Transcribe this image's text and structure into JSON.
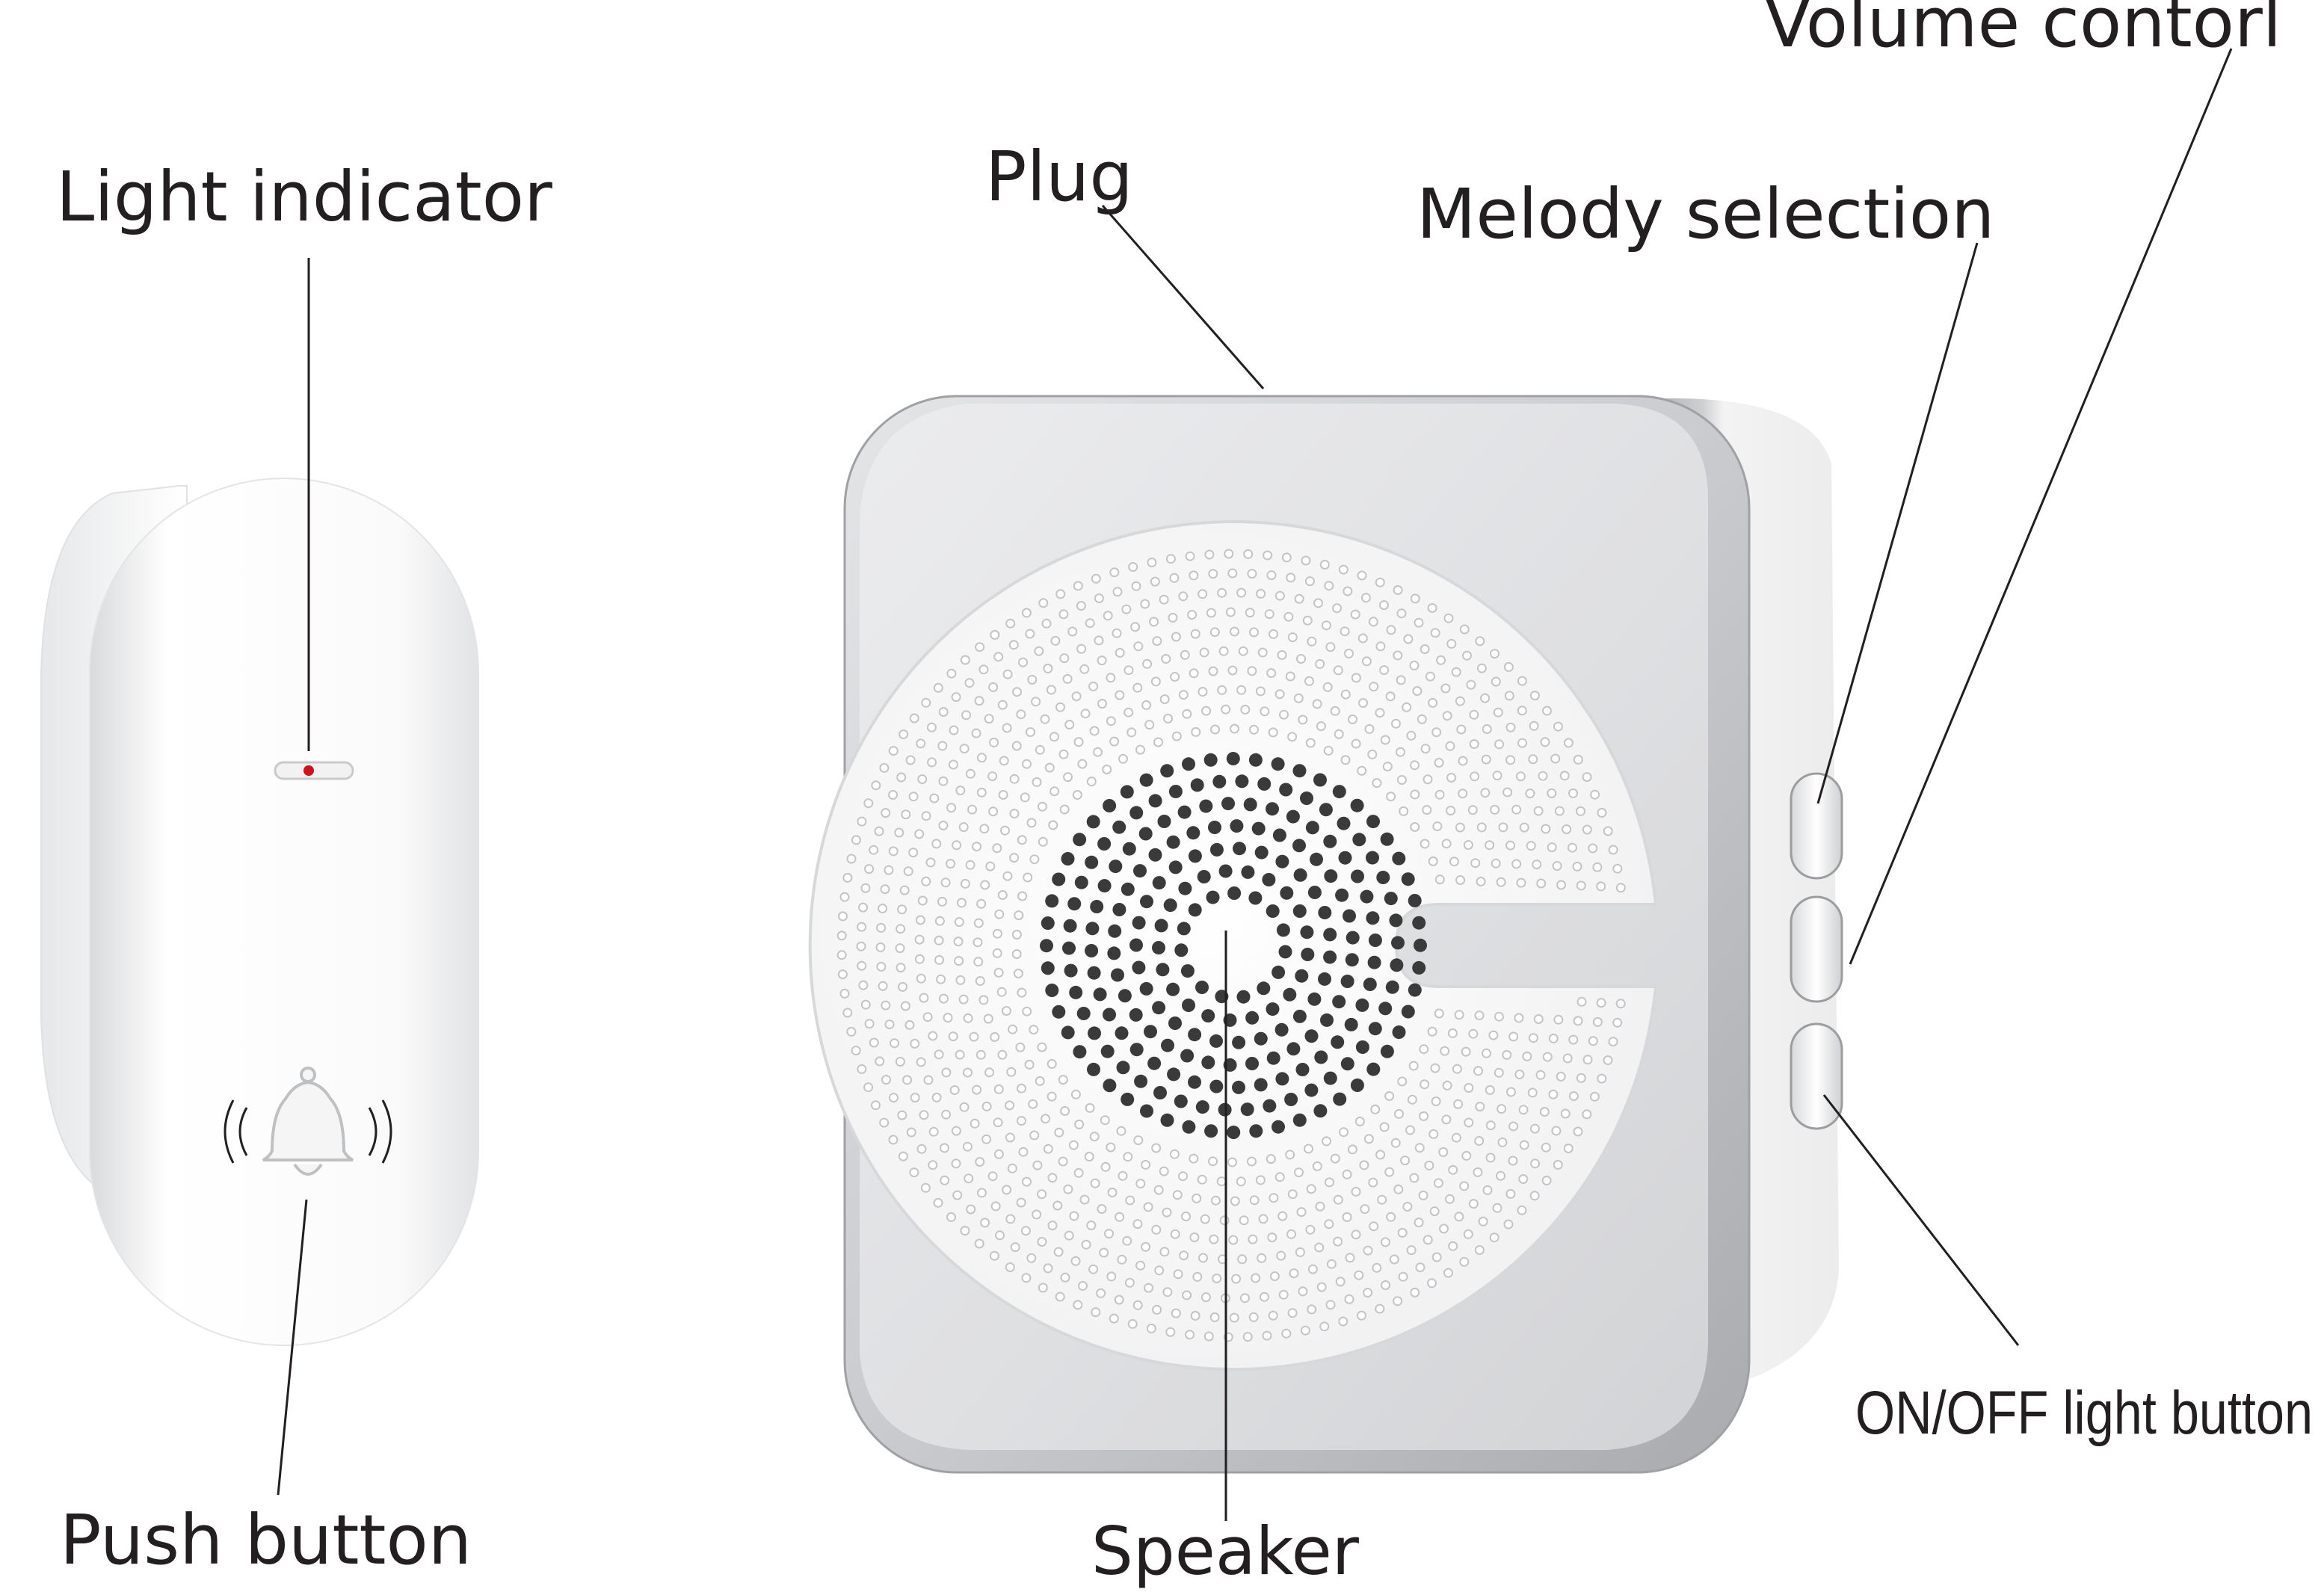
{
  "labels": {
    "light_indicator": "Light indicator",
    "push_button": "Push button",
    "plug": "Plug",
    "melody_selection": "Melody selection",
    "volume_control": "Volume contorl",
    "on_off_light_button": "ON/OFF light button",
    "speaker": "Speaker"
  },
  "colors": {
    "text": "#231f20",
    "device_white": "#f7f7f7",
    "frame_silver": "#b8babd",
    "indicator_red": "#d0121b",
    "speaker_hole": "#3a3a3a"
  }
}
